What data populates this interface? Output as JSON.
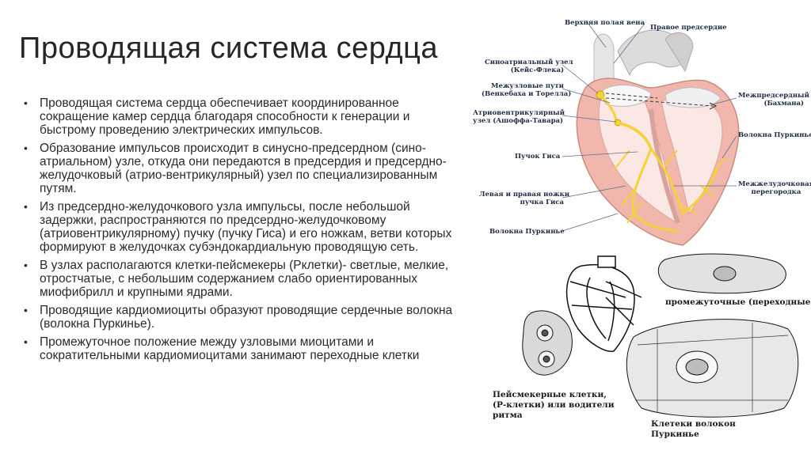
{
  "title": "Проводящая система сердца",
  "bullets": [
    "Проводящая система сердца   обеспечивает координированное сокращение камер сердца благодаря способности к генерации и быстрому проведению электрических импульсов.",
    "Образование импульсов происходит в синусно-предсердном (сино-атриальном) узле, откуда они передаются в предсердия и предсердно-желудочковый (атрио-вентрикулярный) узел по специализированным путям.",
    "Из предсердно-желудочкового узла импульсы, после небольшой задержки, распространяются по предсердно-желудочковому (атриовентрикулярному) пучку (пучку Гиса) и его ножкам, ветви которых формируют в желудочках субэндокардиальную проводящую сеть.",
    "В узлах располагаются клетки-пейсмекеры  (Ркл​етки)- светлые, мелкие, отростчатые, с небольшим содержанием слабо ориентированных миофибрилл и крупными ядрами.",
    "Проводящие кардиомиоциты образуют проводящие сердечные волокна (волокна Пуркинье).",
    "Промежуточное положение между узловыми миоцитами и сократительными кардиомиоцитами занимают переходные клетки"
  ],
  "bullet_marker": "•",
  "heart_labels": {
    "svc": "Верхняя полая вена",
    "right_atrium": "Правое предсердие",
    "sa_node": "Синоатриальный узел\n(Кейс-Флека)",
    "internodal": "Межузловые пути\n(Венкебаха и Торелла)",
    "av_node": "Атриовентрикулярный\nузел (Ашоффа-Тавара)",
    "his_bundle": "Пучок Гиса",
    "bundle_branches": "Левая и правая ножки\nпучка Гиса",
    "purkinje_left": "Волокна Пуркинье",
    "interatrial": "Межпредсердный путь\n(Бахмана)",
    "purkinje_right": "Волокна Пуркинье",
    "septum": "Межжелудочковая\nперегородка"
  },
  "cell_captions": {
    "transitional": "промежуточные (переходные)",
    "pacemaker": "Пейсмекерные клетки,\n(Р-клетки) или водители\nритма",
    "purkinje_cells": "Клетеки волокон\nПуркинье"
  },
  "colors": {
    "heart_wall": "#f2b7ac",
    "conduction": "#f5d237",
    "label_line": "#5a6f8f"
  }
}
